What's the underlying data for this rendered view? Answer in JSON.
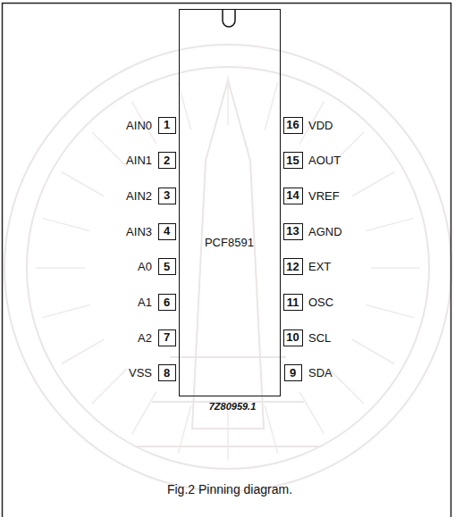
{
  "diagram": {
    "caption": "Fig.2 Pinning diagram.",
    "nodes": [
      {
        "text": [
          "PCF8591"
        ]
      },
      {
        "text": [
          "1"
        ]
      },
      {
        "text": [
          "2"
        ]
      },
      {
        "text": [
          "3"
        ]
      },
      {
        "text": [
          "4"
        ]
      },
      {
        "text": [
          "5"
        ]
      },
      {
        "text": [
          "6"
        ]
      },
      {
        "text": [
          "7"
        ]
      },
      {
        "text": [
          "8"
        ]
      },
      {
        "text": [
          "9"
        ]
      },
      {
        "text": [
          "10"
        ]
      },
      {
        "text": [
          "11"
        ]
      },
      {
        "text": [
          "12"
        ]
      },
      {
        "text": [
          "13"
        ]
      },
      {
        "text": [
          "14"
        ]
      },
      {
        "text": [
          "15"
        ]
      },
      {
        "text": [
          "16"
        ]
      }
    ],
    "labels": [
      "AIN0",
      "AIN1",
      "AIN2",
      "AIN3",
      "A0",
      "A1",
      "A2",
      "VSS",
      "SDA",
      "SCL",
      "OSC",
      "EXT",
      "AGND",
      "VREF",
      "AOUT",
      "VDD",
      "7Z80959.1"
    ]
  }
}
